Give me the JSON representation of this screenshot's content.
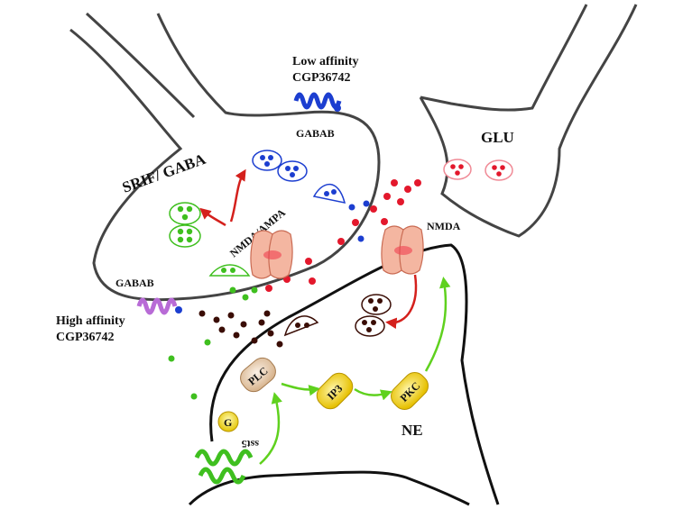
{
  "labels": {
    "srif_gaba": "SRIF/ GABA",
    "glu": "GLU",
    "ne": "NE",
    "nmda_ampa": "NMDA/AMPA",
    "nmda": "NMDA",
    "gabab_top": "GABAB",
    "gabab_left": "GABAB",
    "low_affinity_line1": "Low affinity",
    "low_affinity_line2": "CGP36742",
    "high_affinity_line1": "High affinity",
    "high_affinity_line2": "CGP36742",
    "plc": "PLC",
    "ip3": "IP3",
    "pkc": "PKC",
    "g": "G",
    "sst5": "sst5"
  },
  "colors": {
    "gaba_green": "#3fbf1f",
    "ne_dark": "#3a0d05",
    "glu_red": "#e3182c",
    "srif_blue": "#1c3ed0",
    "gabab_purple": "#b86bd6",
    "receptor_pink": "#f4b6a1",
    "signal_yellow": "#f2d21c",
    "arrow_green": "#5fd11e",
    "arrow_red": "#d4201c"
  }
}
